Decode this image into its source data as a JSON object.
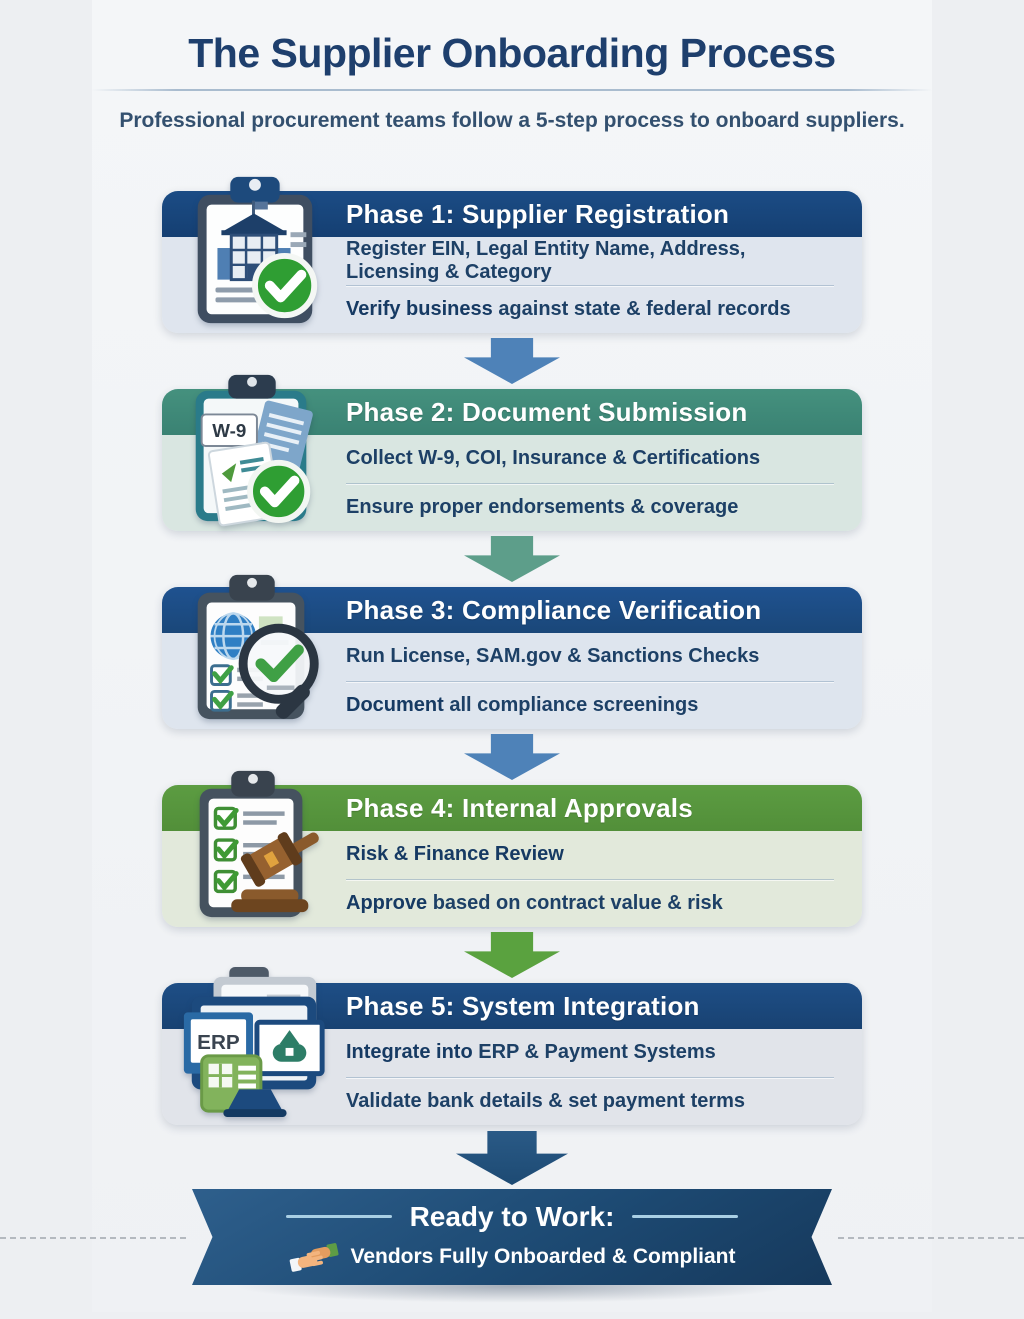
{
  "page": {
    "title": "The Supplier Onboarding Process",
    "subtitle": "Professional procurement teams follow a 5-step process to onboard suppliers."
  },
  "phases": [
    {
      "title": "Phase 1: Supplier Registration",
      "icon": "clipboard-building-check",
      "rows": [
        {
          "lead": "",
          "rest": "Register EIN, Legal Entity Name, Address, Licensing & Category"
        },
        {
          "lead": "Verify business",
          "rest": " against state & federal records"
        }
      ],
      "colors": {
        "header": "#17457C",
        "body": "#DFE5EE",
        "arrow_below": "#4E82B8"
      }
    },
    {
      "title": "Phase 2: Document Submission",
      "icon": "w9-documents-check",
      "rows": [
        {
          "lead": "",
          "rest": "Collect W-9, COI, Insurance & Certifications"
        },
        {
          "lead": "",
          "rest": "Ensure proper endorsements & coverage"
        }
      ],
      "colors": {
        "header": "#3F8A78",
        "body": "#D9E6E1",
        "arrow_below": "#5D9E8A"
      }
    },
    {
      "title": "Phase 3: Compliance Verification",
      "icon": "globe-magnifier-check",
      "rows": [
        {
          "lead": "",
          "rest": "Run License, SAM.gov & Sanctions Checks"
        },
        {
          "lead": "Document",
          "rest": " all compliance screenings"
        }
      ],
      "colors": {
        "header": "#1D4D86",
        "body": "#DEE5EE",
        "arrow_below": "#4E82B8"
      }
    },
    {
      "title": "Phase 4: Internal Approvals",
      "icon": "checklist-gavel",
      "rows": [
        {
          "lead": "Risk & Finance Review",
          "rest": ""
        },
        {
          "lead": "Approve",
          "rest": " based on contract value & risk"
        }
      ],
      "colors": {
        "header": "#58963E",
        "body": "#E2E9DB",
        "arrow_below": "#5AA23F"
      }
    },
    {
      "title": "Phase 5: System Integration",
      "icon": "erp-monitor-integration",
      "rows": [
        {
          "lead": "Integrate into",
          "rest": " ERP & Payment Systems"
        },
        {
          "lead": "",
          "rest": "Validate bank details & set payment terms"
        }
      ],
      "colors": {
        "header": "#1C4A80",
        "body": "#E1E4EA",
        "arrow_below": "#1F4D79"
      }
    }
  ],
  "banner": {
    "title": "Ready to Work:",
    "subtitle": "Vendors Fully Onboarded & Compliant",
    "icon": "handshake",
    "color": "#1D4A73"
  },
  "icon_labels": {
    "erp": "ERP",
    "w9": "W-9"
  }
}
